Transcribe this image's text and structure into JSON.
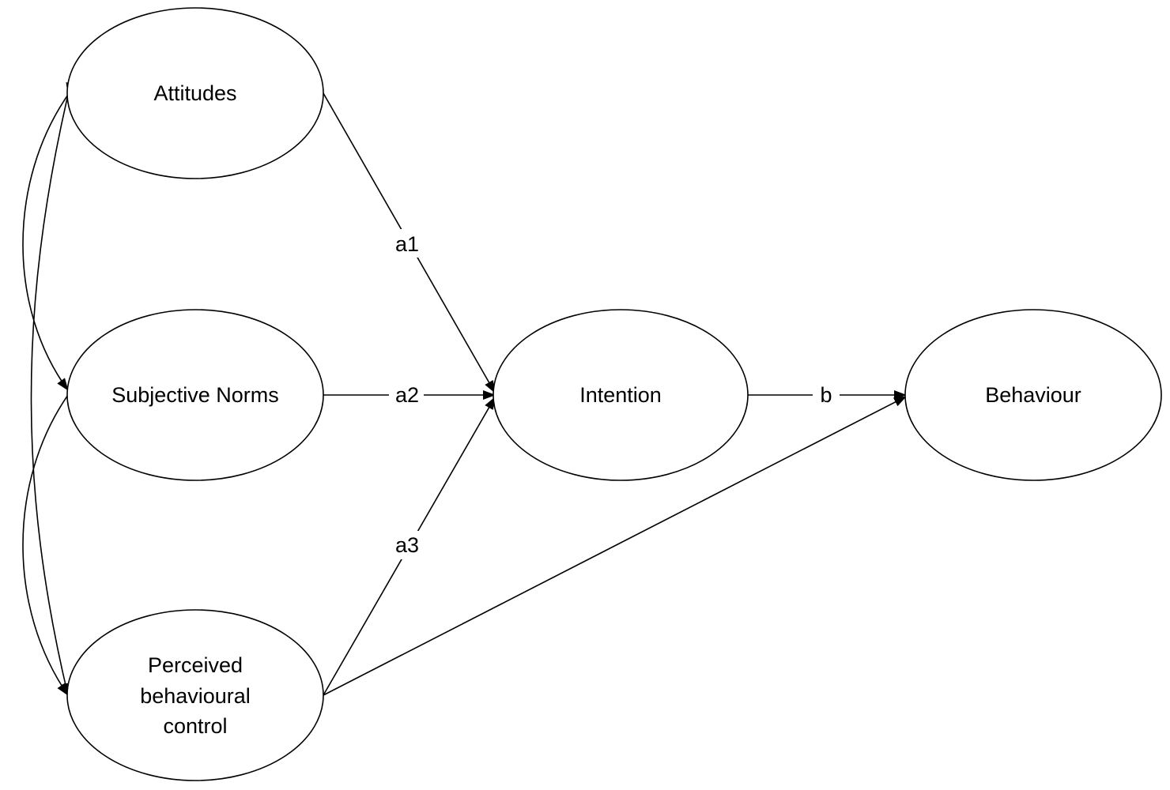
{
  "diagram": {
    "nodes": {
      "attitudes": {
        "label": "Attitudes"
      },
      "subjective_norms": {
        "label": "Subjective Norms"
      },
      "pbc": {
        "label_lines": [
          "Perceived",
          "behavioural",
          "control"
        ]
      },
      "intention": {
        "label": "Intention"
      },
      "behaviour": {
        "label": "Behaviour"
      }
    },
    "edges": [
      {
        "from": "Attitudes",
        "to": "Intention",
        "label": "a1",
        "directed": true
      },
      {
        "from": "Subjective Norms",
        "to": "Intention",
        "label": "a2",
        "directed": true
      },
      {
        "from": "Perceived behavioural control",
        "to": "Intention",
        "label": "a3",
        "directed": true
      },
      {
        "from": "Intention",
        "to": "Behaviour",
        "label": "b",
        "directed": true
      },
      {
        "from": "Perceived behavioural control",
        "to": "Behaviour",
        "label": "",
        "directed": true
      },
      {
        "from": "Attitudes",
        "to": "Subjective Norms",
        "label": "",
        "directed": false,
        "bidirectional": true
      },
      {
        "from": "Attitudes",
        "to": "Perceived behavioural control",
        "label": "",
        "directed": false,
        "bidirectional": true
      },
      {
        "from": "Subjective Norms",
        "to": "Perceived behavioural control",
        "label": "",
        "directed": false,
        "bidirectional": true
      }
    ],
    "colors": {
      "stroke": "#000000",
      "fill": "#ffffff",
      "text": "#000000"
    }
  }
}
